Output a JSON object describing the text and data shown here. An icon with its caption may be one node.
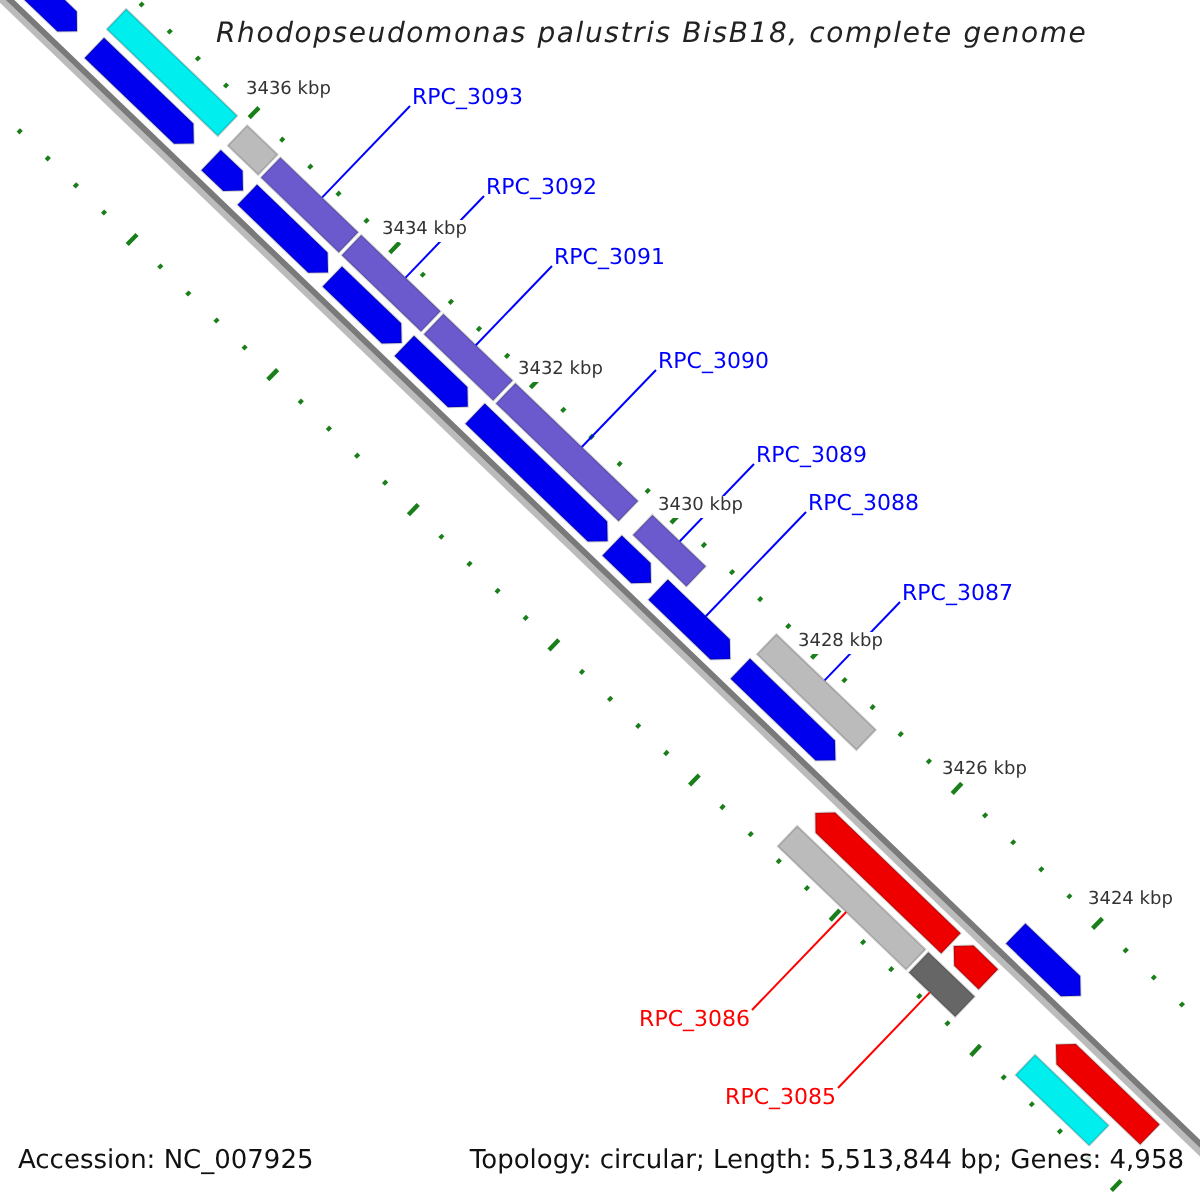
{
  "diagram": {
    "title": "Rhodopseudomonas palustris BisB18, complete genome",
    "nodes": [
      {
        "text": [
          "RPC_3093"
        ]
      },
      {
        "text": [
          "RPC_3092"
        ]
      },
      {
        "text": [
          "RPC_3091"
        ]
      },
      {
        "text": [
          "RPC_3090"
        ]
      },
      {
        "text": [
          "RPC_3089"
        ]
      },
      {
        "text": [
          "RPC_3088"
        ]
      },
      {
        "text": [
          "RPC_3087"
        ]
      },
      {
        "text": [
          "RPC_3086"
        ]
      },
      {
        "text": [
          "RPC_3085"
        ]
      },
      {
        "text": [],
        "shape": "arrow"
      },
      {
        "text": [],
        "shape": "bar"
      },
      {
        "text": [],
        "shape": "arrow"
      },
      {
        "text": [],
        "shape": "bar"
      },
      {
        "text": [],
        "shape": "arrow"
      },
      {
        "text": [],
        "shape": "bar"
      },
      {
        "text": [],
        "shape": "arrow"
      },
      {
        "text": [],
        "shape": "bar"
      },
      {
        "text": [],
        "shape": "arrow"
      },
      {
        "text": [],
        "shape": "arrow"
      },
      {
        "text": [],
        "shape": "bar"
      },
      {
        "text": [],
        "shape": "arrow"
      },
      {
        "text": [],
        "shape": "bar"
      },
      {
        "text": [],
        "shape": "arrow"
      },
      {
        "text": [],
        "shape": "bar"
      },
      {
        "text": [],
        "shape": "arrow"
      },
      {
        "text": [],
        "shape": "arrow"
      },
      {
        "text": [],
        "shape": "bar"
      },
      {
        "text": [],
        "shape": "bar"
      },
      {
        "text": [],
        "shape": "arrow"
      },
      {
        "text": [],
        "shape": "bar"
      },
      {
        "text": [],
        "shape": "arrow"
      },
      {
        "text": [],
        "shape": "arrow"
      },
      {
        "text": [],
        "shape": "bar"
      },
      {
        "text": [],
        "shape": "arrow"
      }
    ],
    "edges": [
      {
        "from": 0,
        "to": 14,
        "arrow": "none"
      },
      {
        "from": 1,
        "to": 16,
        "arrow": "none"
      },
      {
        "from": 2,
        "to": 19,
        "arrow": "none"
      },
      {
        "from": 3,
        "to": 21,
        "arrow": "none"
      },
      {
        "from": 4,
        "to": 23,
        "arrow": "none"
      },
      {
        "from": 5,
        "to": 24,
        "arrow": "none"
      },
      {
        "from": 6,
        "to": 26,
        "arrow": "none"
      },
      {
        "from": 7,
        "to": 27,
        "arrow": "none",
        "color": "#ff0000"
      },
      {
        "from": 8,
        "to": 29,
        "arrow": "none",
        "color": "#ff0000"
      }
    ],
    "labels": [
      "3436 kbp",
      "3434 kbp",
      "3432 kbp",
      "3430 kbp",
      "3428 kbp",
      "3426 kbp",
      "3424 kbp",
      "Accession: NC_007925",
      "Topology: circular; Length: 5,513,844 bp; Genes: 4,958"
    ]
  }
}
